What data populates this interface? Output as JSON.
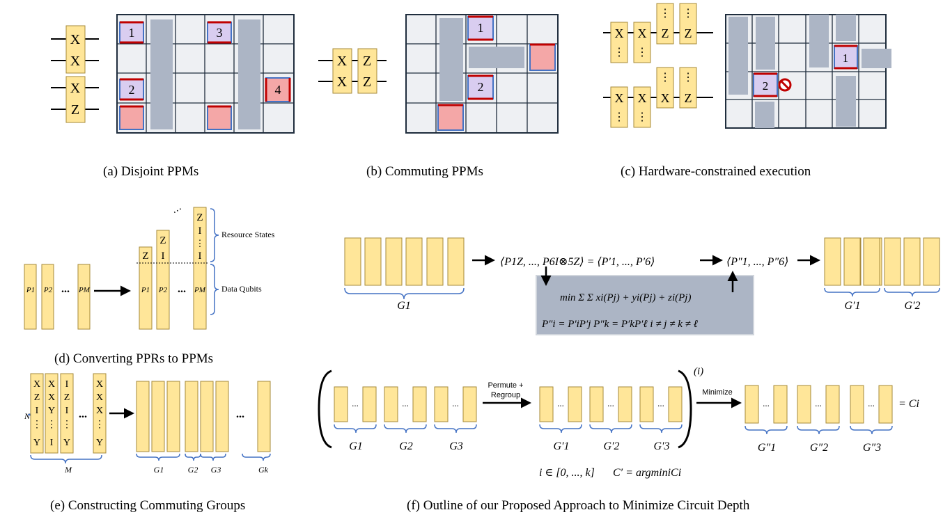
{
  "captions": {
    "a": "(a) Disjoint PPMs",
    "b": "(b) Commuting PPMs",
    "c": "(c) Hardware-constrained execution",
    "d": "(d) Converting PPRs to PPMs",
    "e": "(e) Constructing Commuting Groups",
    "f": "(f) Outline of our Proposed Approach to Minimize Circuit Depth"
  },
  "panel_a": {
    "gate1": [
      "X",
      "X"
    ],
    "gate2": [
      "X",
      "Z"
    ],
    "patch_labels": [
      "1",
      "3",
      "2",
      "4"
    ]
  },
  "panel_b": {
    "gate1": [
      "X",
      "X"
    ],
    "gate2": [
      "Z",
      "Z"
    ],
    "patch_labels": [
      "1",
      "2"
    ]
  },
  "panel_c": {
    "top_gates": [
      [
        "X",
        "⋮"
      ],
      [
        "X",
        "⋮"
      ],
      [
        "⋮",
        "Z"
      ],
      [
        "⋮",
        "Z"
      ]
    ],
    "bottom_gates": [
      [
        "X",
        "⋮"
      ],
      [
        "X",
        "⋮"
      ],
      [
        "⋮",
        "X"
      ],
      [
        "⋮",
        "Z"
      ]
    ],
    "patch_labels": [
      "1",
      "2"
    ]
  },
  "panel_d": {
    "input_labels": [
      "P1",
      "P2",
      "PM"
    ],
    "dots": "...",
    "resource_letters": [
      "Z",
      "Z I",
      "Z I ⋮ I"
    ],
    "brace_top": "Resource States",
    "brace_bottom": "Data Qubits"
  },
  "panel_e": {
    "N": "N",
    "M": "M",
    "columns": [
      [
        "X",
        "Z",
        "I",
        "⋮",
        "Y"
      ],
      [
        "X",
        "X",
        "Y",
        "⋮",
        "I"
      ],
      [
        "I",
        "Z",
        "I",
        "⋮",
        "Y"
      ],
      [
        "X",
        "X",
        "X",
        "⋮",
        "Y"
      ]
    ],
    "dots": "...",
    "groups": [
      "G1",
      "G2",
      "G3",
      "Gk"
    ]
  },
  "panel_top_right": {
    "g1": "G1",
    "formula1": "⟨P1Z, ..., P6I⊗5Z⟩ = ⟨P′1, ..., P′6⟩",
    "formula2": "⟨P″1, ..., P″6⟩",
    "minimize": "min Σ Σ xi(Pj) + yi(Pj) + zi(Pj)",
    "constraint": "P″i = P′iP′j   P″k = P′kP′ℓ   i ≠ j ≠ k ≠ ℓ",
    "out_groups": [
      "G′1",
      "G′2"
    ]
  },
  "panel_f": {
    "groups_in": [
      "G1",
      "G2",
      "G3"
    ],
    "groups_mid": [
      "G′1",
      "G′2",
      "G′3"
    ],
    "groups_out": [
      "G″1",
      "G″2",
      "G″3"
    ],
    "arrow1": [
      "Permute +",
      "Regroup"
    ],
    "arrow2": "Minimize",
    "iter": "(i)",
    "result": "= Ci",
    "footer_a": "i ∈ [0, ..., k]",
    "footer_b": "C′ = argminiCi",
    "dots": "..."
  },
  "colors": {
    "gate_fill": "#ffe699",
    "gate_stroke": "#a68a3a",
    "patch_gray": "#acb5c5",
    "cell": "#eef0f3",
    "purple": "#d9cdf0",
    "pink": "#f4a7a7",
    "red": "#c00000",
    "blue": "#4472c4"
  }
}
